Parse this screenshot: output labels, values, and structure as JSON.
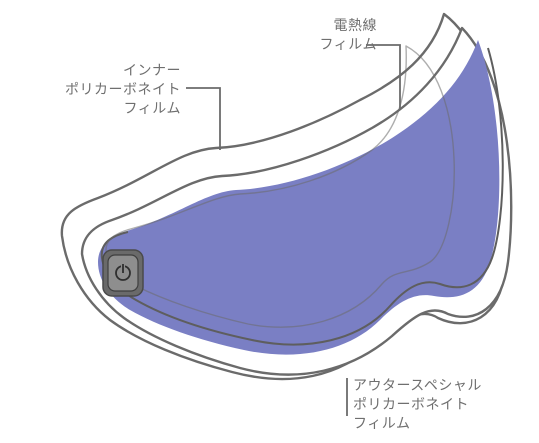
{
  "labels": {
    "inner_film": {
      "lines": [
        "インナー",
        "ポリカーボネイト",
        "フィルム"
      ]
    },
    "heating_film": {
      "lines": [
        "電熱線",
        "フィルム"
      ]
    },
    "outer_film": {
      "lines": [
        "アウタースペシャル",
        "ポリカーボネイト",
        "フィルム"
      ]
    }
  },
  "colors": {
    "film_fill": "#7a7fc4",
    "outline": "#6b6b6b",
    "label_text": "#6f6f6f",
    "button_face": "#8e8e8e"
  },
  "icons": {
    "power_button": "power-icon"
  }
}
